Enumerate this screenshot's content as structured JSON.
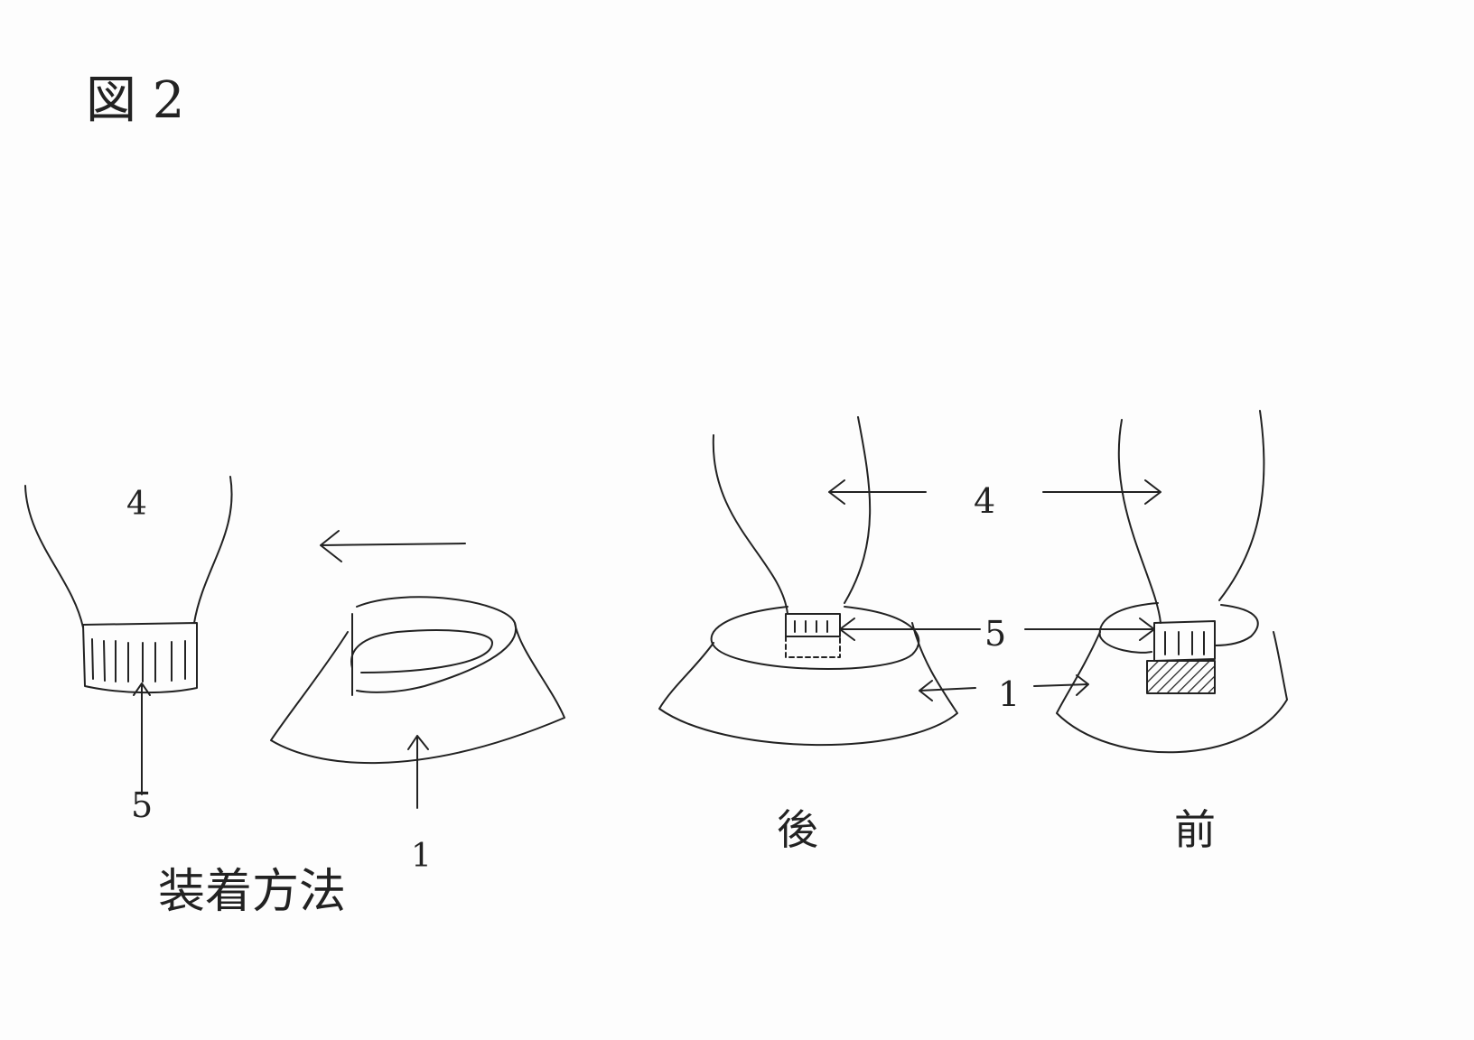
{
  "figure_title": "図 2",
  "left_panel": {
    "label_leg": "4",
    "label_band": "5",
    "label_cover": "1",
    "caption": "装着方法"
  },
  "middle_panel": {
    "label_leg": "4",
    "label_band": "5",
    "label_cover": "1",
    "caption": "後"
  },
  "right_panel": {
    "caption": "前"
  }
}
